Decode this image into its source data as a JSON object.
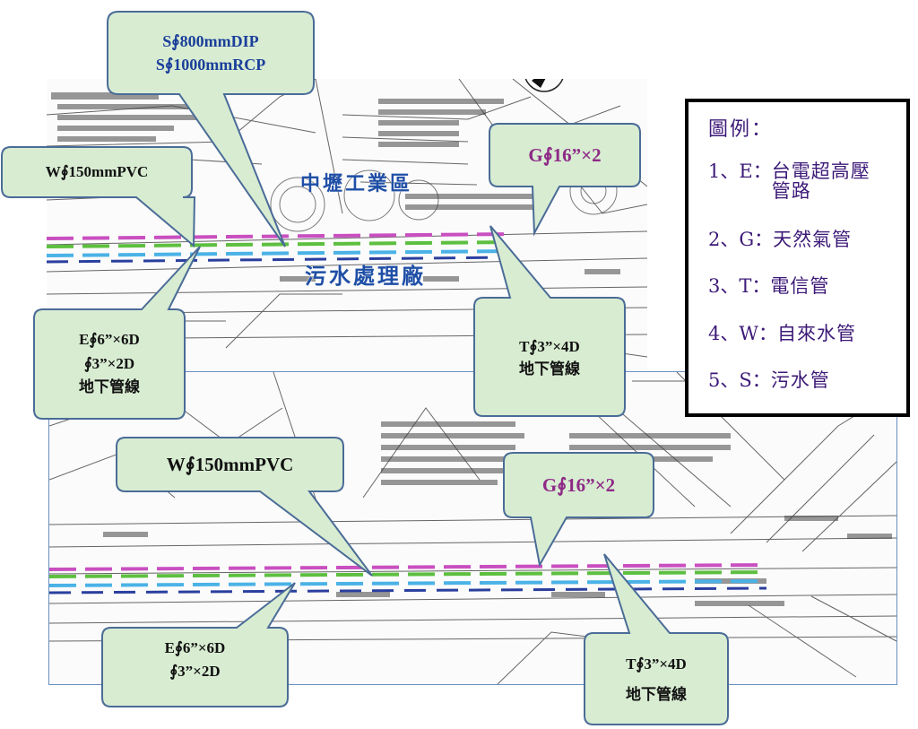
{
  "legend": {
    "title": "圖例：",
    "items": [
      {
        "key": "1、E：",
        "label": "台電超高壓管路"
      },
      {
        "key": "2、G：",
        "label": "天然氣管"
      },
      {
        "key": "3、T：",
        "label": "電信管"
      },
      {
        "key": "4、W：",
        "label": "自來水管"
      },
      {
        "key": "5、S：",
        "label": "污水管"
      }
    ]
  },
  "map_top": {
    "area_label": "中壢工業區",
    "plant_label": "污水處理廠"
  },
  "callouts_top": {
    "sewer": {
      "line1": "S∮800mmDIP",
      "line2": "S∮1000mmRCP"
    },
    "water": {
      "line1": "W∮150mmPVC"
    },
    "gas": {
      "line1": "G∮16”×2"
    },
    "power": {
      "line1": "E∮6”×6D",
      "line2": "∮3”×2D",
      "line3": "地下管線"
    },
    "telecom": {
      "line1": "T∮3”×4D",
      "line2": "地下管線"
    }
  },
  "callouts_bottom": {
    "water": {
      "line1": "W∮150mmPVC"
    },
    "gas": {
      "line1": "G∮16”×2"
    },
    "power": {
      "line1": "E∮6”×6D",
      "line2": "∮3”×2D"
    },
    "telecom": {
      "line1": "T∮3”×4D",
      "line2": "地下管線"
    }
  },
  "colors": {
    "callout_fill": "#d8ecd2",
    "callout_stroke": "#4a6c97",
    "gas_text": "#8e2a86",
    "line_magenta": "#c94fc0",
    "line_green": "#5dbf3f",
    "line_cyan": "#4ab2e6",
    "line_navy": "#2a3f9e",
    "legend_text": "#3d1a78"
  }
}
